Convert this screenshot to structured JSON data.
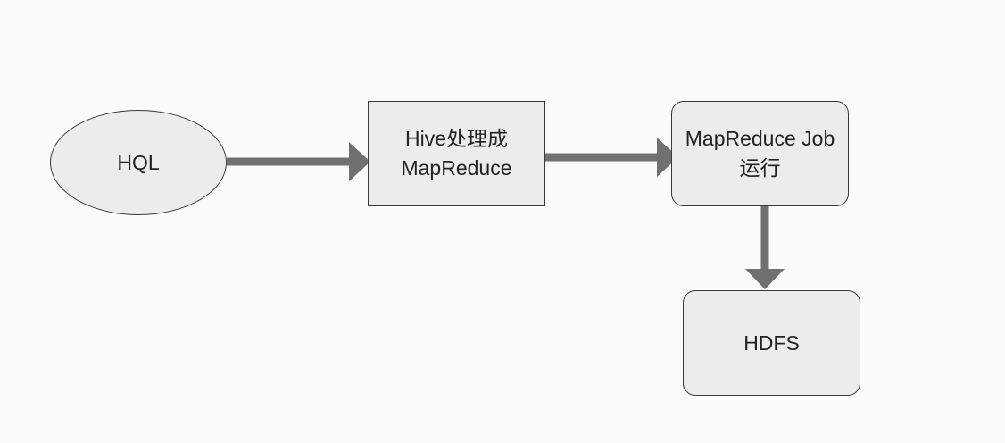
{
  "diagram": {
    "nodes": {
      "hql": {
        "label": "HQL"
      },
      "hive": {
        "line1": "Hive处理成",
        "line2": "MapReduce"
      },
      "job": {
        "line1": "MapReduce Job",
        "line2": "运行"
      },
      "hdfs": {
        "label": "HDFS"
      }
    },
    "edges": [
      {
        "from": "HQL",
        "to": "Hive处理成 MapReduce"
      },
      {
        "from": "Hive处理成 MapReduce",
        "to": "MapReduce Job 运行"
      },
      {
        "from": "MapReduce Job 运行",
        "to": "HDFS"
      }
    ],
    "colors": {
      "arrow": "#707070",
      "node_fill": "#ececec",
      "node_border": "#3a3a3a",
      "background": "#fbfbfb"
    }
  }
}
